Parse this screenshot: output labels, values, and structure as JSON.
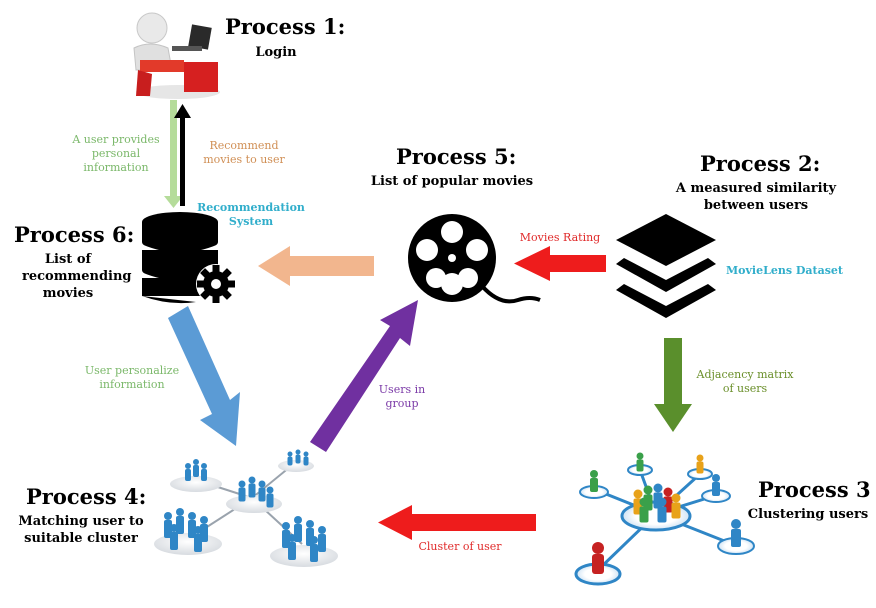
{
  "process1": {
    "title": "Process 1:",
    "subtitle": "Login"
  },
  "process2": {
    "title": "Process 2:",
    "subtitle_line1": "A measured similarity",
    "subtitle_line2": "between users"
  },
  "process3": {
    "title": "Process 3",
    "subtitle": "Clustering users"
  },
  "process4": {
    "title": "Process 4:",
    "subtitle_line1": "Matching user to",
    "subtitle_line2": "suitable cluster"
  },
  "process5": {
    "title": "Process 5:",
    "subtitle": "List of popular movies"
  },
  "process6": {
    "title": "Process 6:",
    "subtitle_line1": "List of",
    "subtitle_line2": "recommending",
    "subtitle_line3": "movies"
  },
  "labels": {
    "user_provides_1": "A user provides",
    "user_provides_2": "personal",
    "user_provides_3": "information",
    "recommend_1": "Recommend",
    "recommend_2": "movies to user",
    "rec_system_1": "Recommendation",
    "rec_system_2": "System",
    "movies_rating": "Movies Rating",
    "movielens": "MovieLens Dataset",
    "adjacency_1": "Adjacency matrix",
    "adjacency_2": "of users",
    "personalize_1": "User personalize",
    "personalize_2": "information",
    "users_group_1": "Users in",
    "users_group_2": "group",
    "cluster_of_user": "Cluster of user"
  },
  "colors": {
    "green_arrow": "#b5dc9a",
    "black_arrow": "#000000",
    "orange_arrow": "#f2b68e",
    "red_arrow": "#ee1c1c",
    "dark_green_arrow": "#5a8f2c",
    "blue_arrow": "#5b9bd5",
    "purple_arrow": "#7030a0",
    "person_blue": "#2f86c6"
  },
  "icons": [
    "user-at-computer-icon",
    "database-gear-icon",
    "film-reel-icon",
    "layers-stack-icon",
    "user-cluster-network-icon",
    "people-groups-network-icon"
  ]
}
